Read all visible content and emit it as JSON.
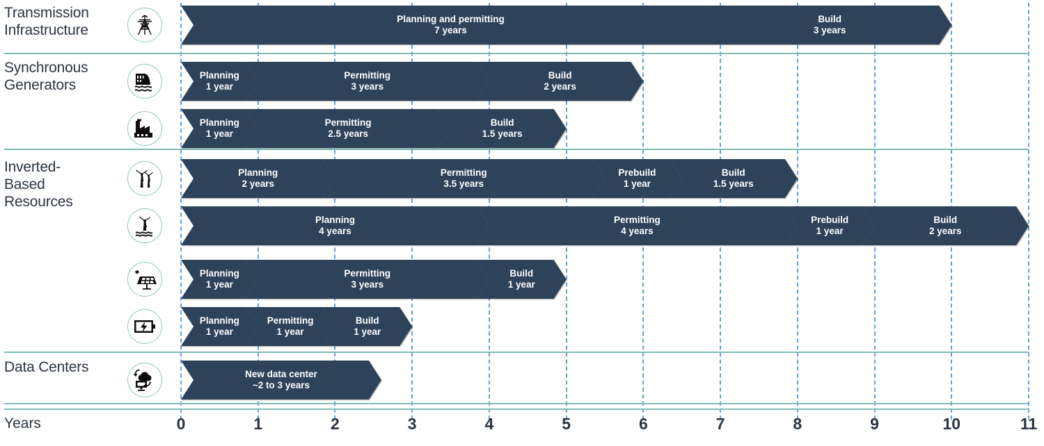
{
  "chart_data": {
    "type": "bar",
    "subtype": "gantt-timeline",
    "title": "",
    "xlabel": "Years",
    "ylabel": "",
    "xlim": [
      0,
      11
    ],
    "xticks": [
      "0",
      "1",
      "2",
      "3",
      "4",
      "5",
      "6",
      "7",
      "8",
      "9",
      "10",
      "11"
    ],
    "grid": true,
    "legend": "none",
    "colors": {
      "bar": "#2e4259",
      "separator": "#7cbcb6",
      "gridline": "#5b9bd5",
      "icon_ring": "#8fc3bf",
      "text": "#2b3440",
      "bar_text": "#ffffff"
    },
    "groups": [
      {
        "label": "Transmission\nInfrastructure",
        "rows": [
          {
            "icon": "transmission-tower-icon",
            "start": 0,
            "segments": [
              {
                "name": "Planning and permitting",
                "duration": "7 years",
                "years": 7
              },
              {
                "name": "Build",
                "duration": "3 years",
                "years": 3
              }
            ],
            "total_years": 10
          }
        ]
      },
      {
        "label": "Synchronous\nGenerators",
        "rows": [
          {
            "icon": "hydro-dam-icon",
            "start": 0,
            "segments": [
              {
                "name": "Planning",
                "duration": "1 year",
                "years": 1
              },
              {
                "name": "Permitting",
                "duration": "3 years",
                "years": 3
              },
              {
                "name": "Build",
                "duration": "2 years",
                "years": 2
              }
            ],
            "total_years": 6
          },
          {
            "icon": "thermal-plant-icon",
            "start": 0,
            "segments": [
              {
                "name": "Planning",
                "duration": "1 year",
                "years": 1
              },
              {
                "name": "Permitting",
                "duration": "2.5 years",
                "years": 2.5
              },
              {
                "name": "Build",
                "duration": "1.5 years",
                "years": 1.5
              }
            ],
            "total_years": 5
          }
        ]
      },
      {
        "label": "Inverted-\nBased\nResources",
        "rows": [
          {
            "icon": "onshore-wind-icon",
            "start": 0,
            "segments": [
              {
                "name": "Planning",
                "duration": "2 years",
                "years": 2
              },
              {
                "name": "Permitting",
                "duration": "3.5 years",
                "years": 3.5
              },
              {
                "name": "Prebuild",
                "duration": "1 year",
                "years": 1
              },
              {
                "name": "Build",
                "duration": "1.5 years",
                "years": 1.5
              }
            ],
            "total_years": 8
          },
          {
            "icon": "offshore-wind-icon",
            "start": 0,
            "segments": [
              {
                "name": "Planning",
                "duration": "4 years",
                "years": 4
              },
              {
                "name": "Permitting",
                "duration": "4 years",
                "years": 4
              },
              {
                "name": "Prebuild",
                "duration": "1 year",
                "years": 1
              },
              {
                "name": "Build",
                "duration": "2 years",
                "years": 2
              }
            ],
            "total_years": 11
          },
          {
            "icon": "solar-panel-icon",
            "start": 0,
            "segments": [
              {
                "name": "Planning",
                "duration": "1 year",
                "years": 1
              },
              {
                "name": "Permitting",
                "duration": "3 years",
                "years": 3
              },
              {
                "name": "Build",
                "duration": "1 year",
                "years": 1
              }
            ],
            "total_years": 5
          },
          {
            "icon": "battery-storage-icon",
            "start": 0,
            "segments": [
              {
                "name": "Planning",
                "duration": "1 year",
                "years": 1
              },
              {
                "name": "Permitting",
                "duration": "1 year",
                "years": 1
              },
              {
                "name": "Build",
                "duration": "1 year",
                "years": 1
              }
            ],
            "total_years": 3
          }
        ]
      },
      {
        "label": "Data Centers",
        "rows": [
          {
            "icon": "data-center-cloud-icon",
            "start": 0,
            "segments": [
              {
                "name": "New data center",
                "duration": "~2 to 3 years",
                "years": 2.6
              }
            ],
            "total_years": 2.6
          }
        ]
      }
    ]
  }
}
